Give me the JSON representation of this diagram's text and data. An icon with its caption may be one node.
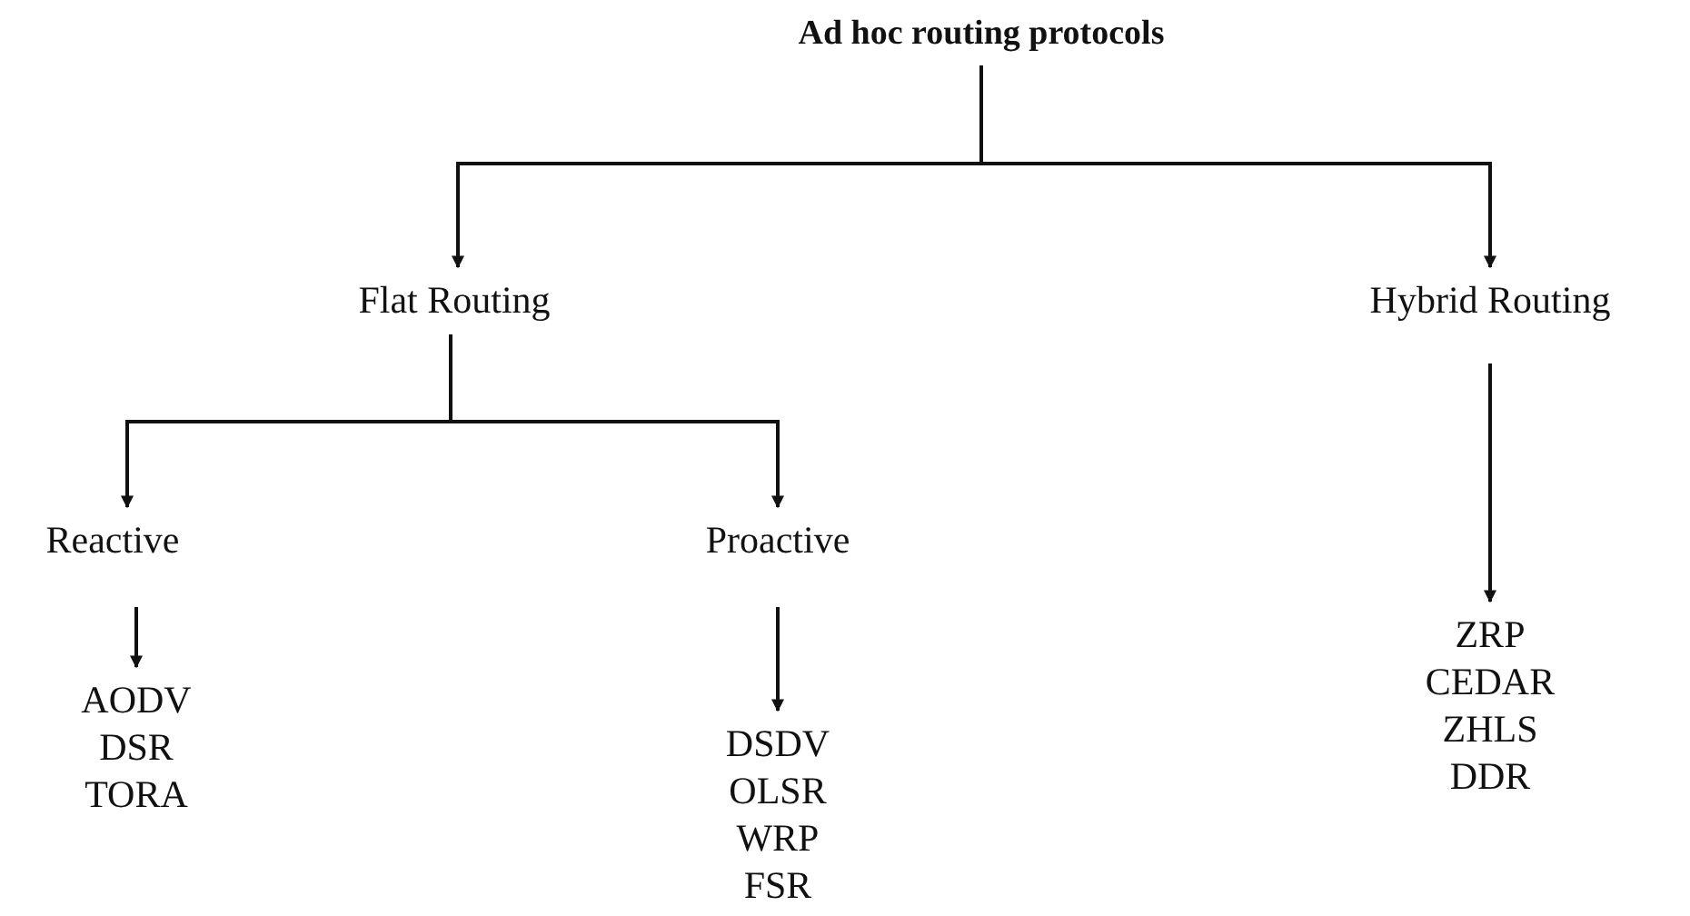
{
  "diagram": {
    "title": "Ad hoc routing protocols",
    "nodes": [
      {
        "text": [
          "Flat Routing"
        ]
      },
      {
        "text": [
          "Hybrid Routing"
        ]
      },
      {
        "text": [
          "Reactive"
        ]
      },
      {
        "text": [
          "Proactive"
        ]
      },
      {
        "text": [
          "AODV",
          "DSR",
          "TORA"
        ]
      },
      {
        "text": [
          "DSDV",
          "OLSR",
          "WRP",
          "FSR"
        ]
      },
      {
        "text": [
          "ZRP",
          "CEDAR",
          "ZHLS",
          "DDR"
        ]
      }
    ],
    "edges": [
      {
        "from": null,
        "to": 0,
        "arrow": "to"
      },
      {
        "from": null,
        "to": 1,
        "arrow": "to"
      },
      {
        "from": 0,
        "to": 2,
        "arrow": "to"
      },
      {
        "from": 0,
        "to": 3,
        "arrow": "to"
      },
      {
        "from": 2,
        "to": 4,
        "arrow": "to"
      },
      {
        "from": 3,
        "to": 5,
        "arrow": "to"
      },
      {
        "from": 1,
        "to": 6,
        "arrow": "to"
      }
    ]
  }
}
